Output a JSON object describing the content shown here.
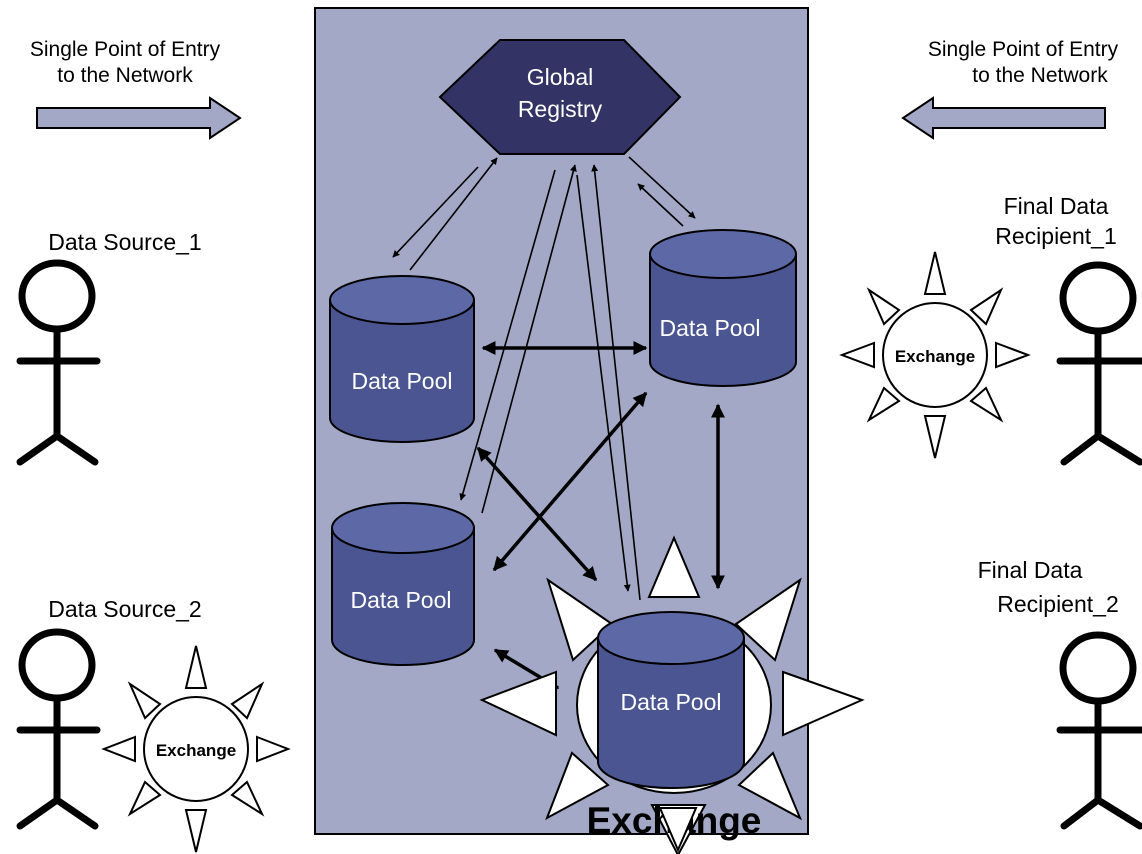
{
  "colors": {
    "panel": "#a3a8c6",
    "pool_body": "#4b5592",
    "pool_top": "#5d68a6",
    "registry": "#333366",
    "arrow_fill": "#a3a8c6",
    "line": "#000000"
  },
  "left": {
    "entry_label_line1": "Single Point of Entry",
    "entry_label_line2": "to the Network",
    "source1": "Data Source_1",
    "source2": "Data Source_2",
    "exchange_small": "Exchange"
  },
  "right": {
    "entry_label_line1": "Single Point of Entry",
    "entry_label_line2": "to the Network",
    "recipient1_line1": "Final Data",
    "recipient1_line2": "Recipient_1",
    "recipient2_line1": "Final Data",
    "recipient2_line2": "Recipient_2",
    "exchange_small": "Exchange"
  },
  "center": {
    "registry_line1": "Global",
    "registry_line2": "Registry",
    "pools": [
      "Data Pool",
      "Data Pool",
      "Data Pool",
      "Data Pool"
    ],
    "exchange_big": "Exchange"
  }
}
